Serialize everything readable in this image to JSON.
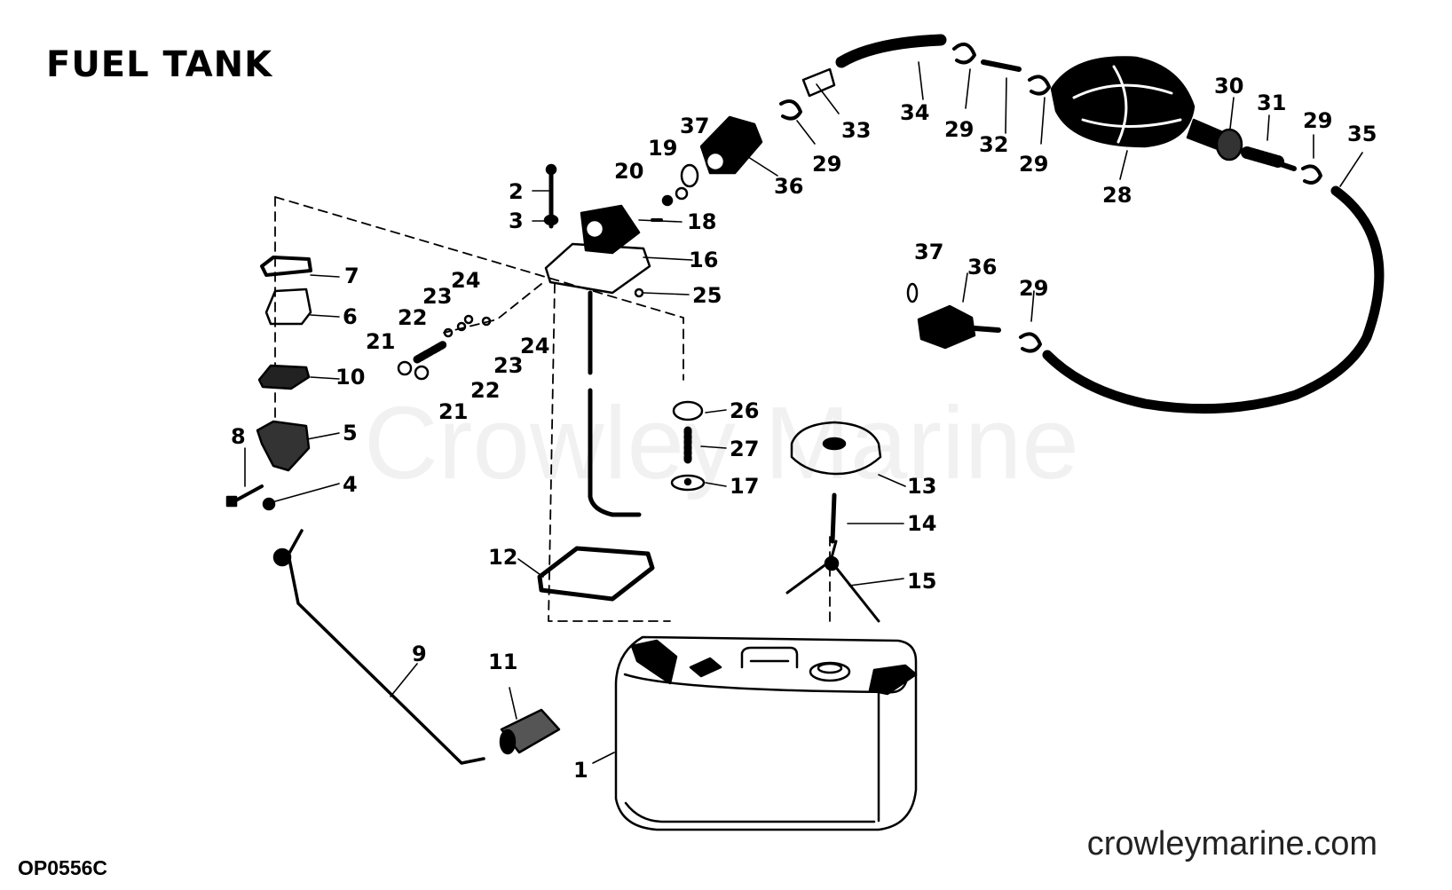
{
  "title": "FUEL TANK",
  "watermark": "Crowley Marine",
  "drawing_code": "OP0556C",
  "site": "crowleymarine.com",
  "callouts": [
    "1",
    "2",
    "3",
    "4",
    "5",
    "6",
    "7",
    "8",
    "9",
    "10",
    "11",
    "12",
    "13",
    "14",
    "15",
    "16",
    "17",
    "18",
    "19",
    "20",
    "21",
    "21",
    "22",
    "22",
    "23",
    "23",
    "24",
    "24",
    "25",
    "26",
    "27",
    "28",
    "29",
    "29",
    "29",
    "29",
    "29",
    "30",
    "31",
    "32",
    "33",
    "34",
    "35",
    "36",
    "36",
    "37",
    "37"
  ]
}
